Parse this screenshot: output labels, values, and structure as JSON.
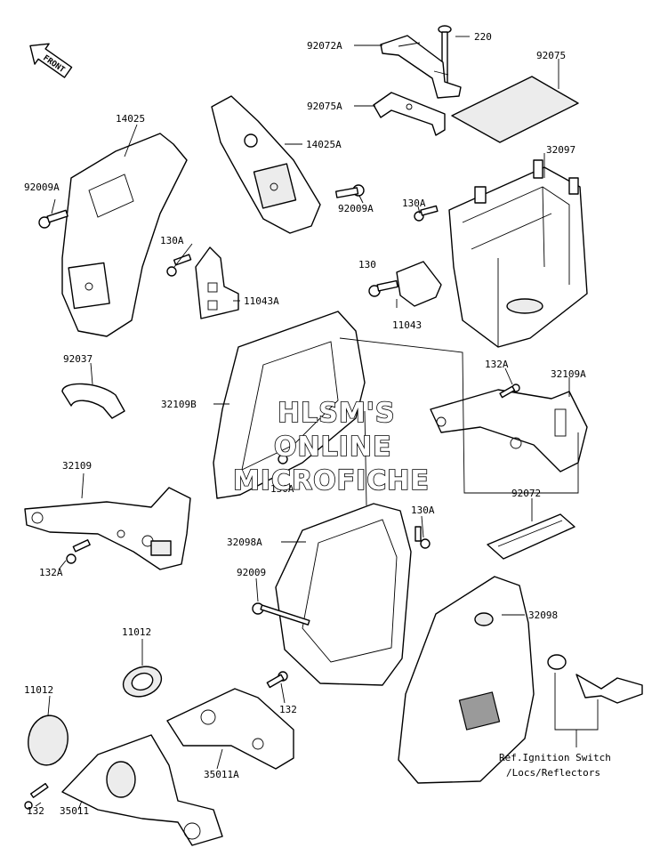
{
  "front_indicator": "FRONT",
  "watermark": [
    "HLSM'S",
    "ONLINE",
    "MICROFICHE"
  ],
  "labels": {
    "l220": "220",
    "l92072A": "92072A",
    "l92075": "92075",
    "l92075A": "92075A",
    "l14025": "14025",
    "l14025A": "14025A",
    "l32097": "32097",
    "l92009A_left": "92009A",
    "l92009A_right": "92009A",
    "l130A_battery": "130A",
    "l130A_bracket": "130A",
    "l11043A": "11043A",
    "l130": "130",
    "l11043": "11043",
    "l92037": "92037",
    "l132A_right": "132A",
    "l32109A": "32109A",
    "l32109B": "32109B",
    "l130A_mid": "130A",
    "l32109": "32109",
    "l132A_left": "132A",
    "l130A_case": "130A",
    "l92072": "92072",
    "l32098A": "32098A",
    "l92009": "92009",
    "l32098": "32098",
    "l11012_upper": "11012",
    "l11012_lower": "11012",
    "l132_right": "132",
    "l132_left": "132",
    "l35011A": "35011A",
    "l35011": "35011",
    "ref_line1": "Ref.Ignition Switch",
    "ref_line2": "/Locs/Reflectors"
  }
}
